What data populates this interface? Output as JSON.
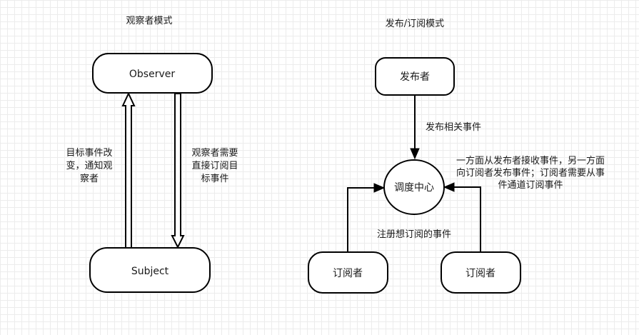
{
  "titles": {
    "observer_pattern": "观察者模式",
    "pubsub_pattern": "发布/订阅模式"
  },
  "observer_diagram": {
    "observer_node": "Observer",
    "subject_node": "Subject",
    "left_label": [
      "目标事件改",
      "变，通知观",
      "察者"
    ],
    "right_label": [
      "观察者需要",
      "直接订阅目",
      "标事件"
    ]
  },
  "pubsub_diagram": {
    "publisher_node": "发布者",
    "center_node": "调度中心",
    "subscriber_left_node": "订阅者",
    "subscriber_right_node": "订阅者",
    "publish_label": "发布相关事件",
    "subscribe_label": "注册想订阅的事件",
    "center_desc": [
      "一方面从发布者接收事件，另一方面",
      "向订阅者发布事件；订阅者需要从事",
      "件通道订阅事件"
    ]
  },
  "colors": {
    "stroke": "#000000",
    "fill": "#ffffff",
    "grid": "#ececec",
    "text": "#1a1a1a"
  }
}
